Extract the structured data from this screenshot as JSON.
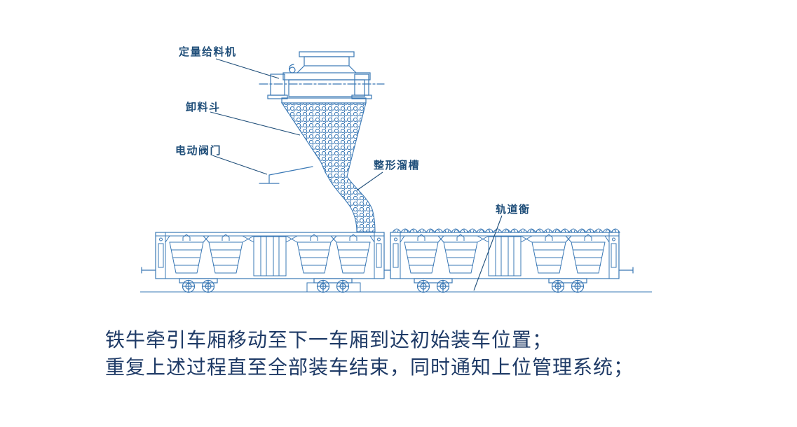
{
  "colors": {
    "line": "#3a78b5",
    "label": "#1f4e79",
    "caption": "#1e3a66"
  },
  "diagram": {
    "labels": {
      "feeder": "定量给料机",
      "discharge_hopper": "卸料斗",
      "electric_valve": "电动阀门",
      "shaping_chute": "整形溜槽",
      "track_scale": "轨道衡"
    }
  },
  "caption": {
    "line1": "铁牛牵引车厢移动至下一车厢到达初始装车位置；",
    "line2": "重复上述过程直至全部装车结束，同时通知上位管理系统；"
  }
}
